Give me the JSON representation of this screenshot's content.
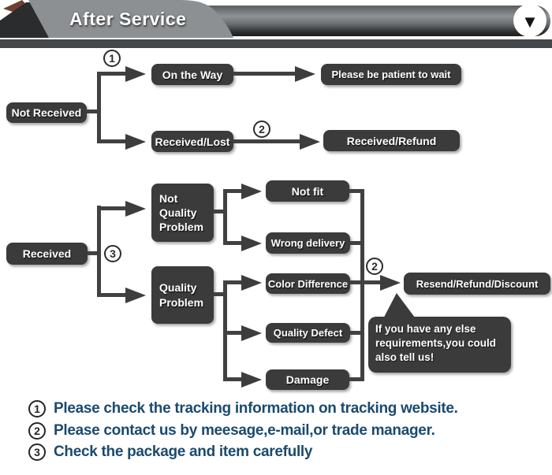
{
  "header": {
    "title": "After Service",
    "dropdown_glyph": "▼",
    "dropdown_icon": "triangle-down-icon"
  },
  "flowchart": {
    "nodes": {
      "not_received": "Not Received",
      "on_the_way": "On the Way",
      "please_wait": "Please be patient to wait",
      "received_lost": "Received/Lost",
      "received_refund": "Received/Refund",
      "received": "Received",
      "not_quality_problem": "Not\nQuality\nProblem",
      "quality_problem": "Quality\nProblem",
      "not_fit": "Not fit",
      "wrong_delivery": "Wrong delivery",
      "color_difference": "Color Difference",
      "quality_defect": "Quality Defect",
      "damage": "Damage",
      "resend_refund_discount": "Resend/Refund/Discount"
    },
    "badges": {
      "b1": "1",
      "b2_top": "2",
      "b3": "3",
      "b2_right": "2"
    },
    "bubble": "If you have any else\nrequirements,you could\nalso tell us!"
  },
  "notes": [
    {
      "num": "1",
      "text": "Please check the tracking information on tracking website."
    },
    {
      "num": "2",
      "text": "Please contact us by meesage,e-mail,or trade manager."
    },
    {
      "num": "3",
      "text": "Check the package and item carefully"
    }
  ],
  "colors": {
    "node_bg": "#3b3b3b",
    "line": "#414141",
    "note_text": "#1b4a6e",
    "banner_gray": "#8d9093",
    "separator": "#45484b",
    "accent_dark_red": "#6e4030"
  }
}
